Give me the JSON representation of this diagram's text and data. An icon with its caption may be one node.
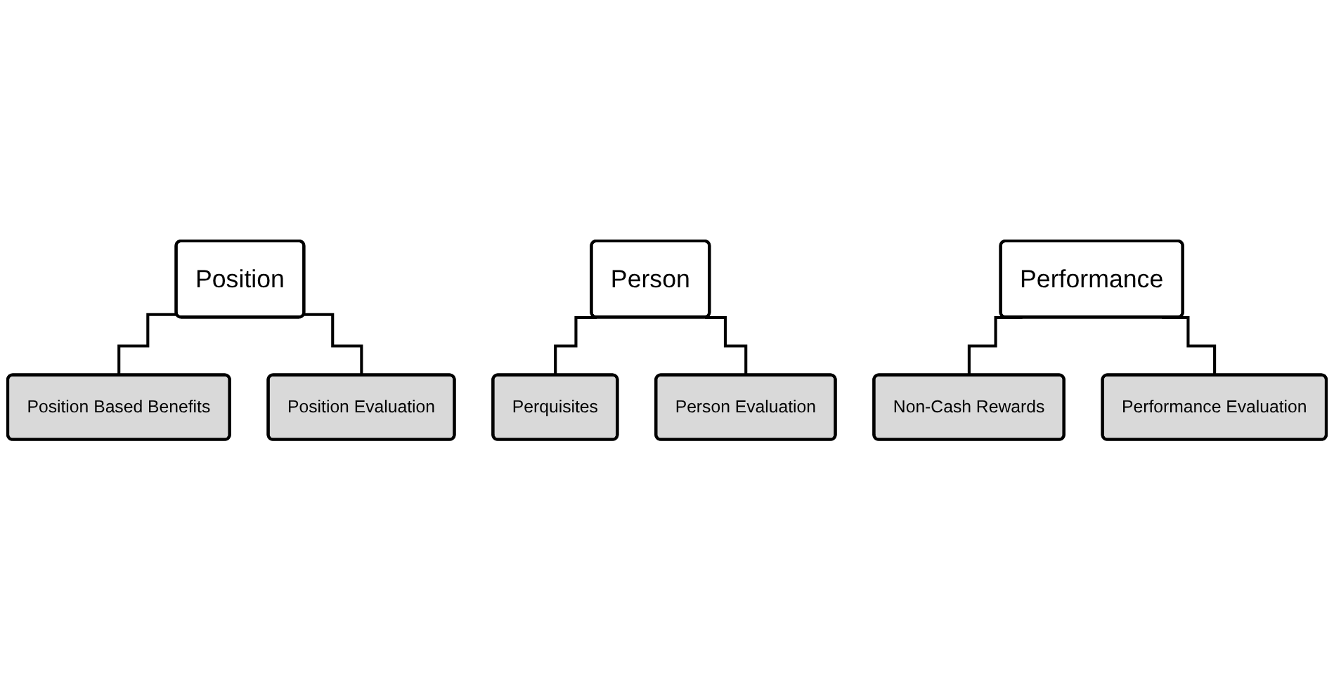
{
  "diagram": {
    "nodes": [
      {
        "text": [
          "Position"
        ]
      },
      {
        "text": [
          "Position Based Benefits"
        ]
      },
      {
        "text": [
          "Position Evaluation"
        ]
      },
      {
        "text": [
          "Person"
        ]
      },
      {
        "text": [
          "Perquisites"
        ]
      },
      {
        "text": [
          "Person Evaluation"
        ]
      },
      {
        "text": [
          "Performance"
        ]
      },
      {
        "text": [
          "Non-Cash Rewards"
        ]
      },
      {
        "text": [
          "Performance Evaluation"
        ]
      }
    ],
    "edges": [
      {
        "from": 0,
        "to": 1,
        "arrow": "none"
      },
      {
        "from": 0,
        "to": 2,
        "arrow": "none"
      },
      {
        "from": 3,
        "to": 4,
        "arrow": "none"
      },
      {
        "from": 3,
        "to": 5,
        "arrow": "none"
      },
      {
        "from": 6,
        "to": 7,
        "arrow": "none"
      },
      {
        "from": 6,
        "to": 8,
        "arrow": "none"
      }
    ]
  }
}
